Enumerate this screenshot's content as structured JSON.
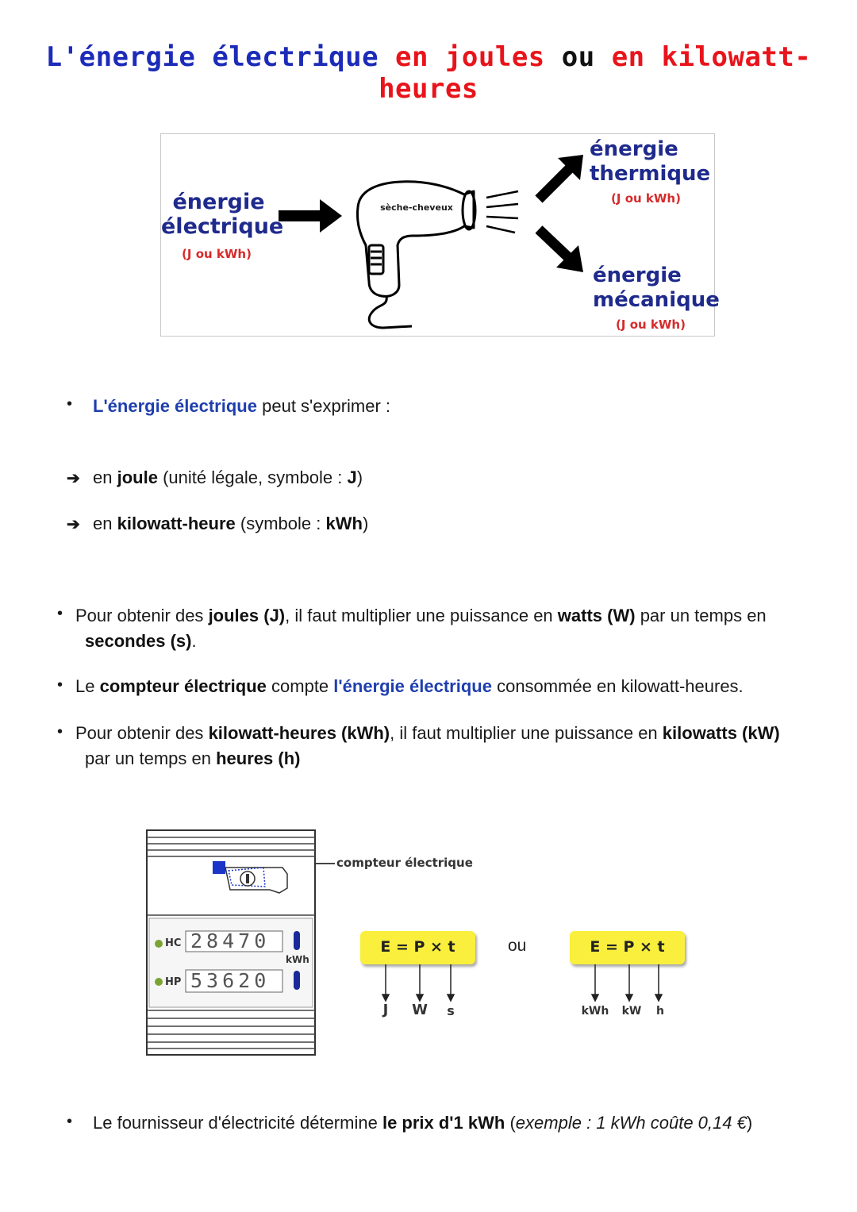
{
  "title": {
    "part1": "L'énergie électrique",
    "part2": "en joules",
    "part3": "ou",
    "part4": "en kilowatt-heures"
  },
  "diagram": {
    "input_label_line1": "énergie",
    "input_label_line2": "électrique",
    "input_unit": "(J ou kWh)",
    "device_label": "sèche-cheveux",
    "output1_line1": "énergie",
    "output1_line2": "thermique",
    "output1_unit": "(J ou kWh)",
    "output2_line1": "énergie",
    "output2_line2": "mécanique",
    "output2_unit": "(J ou kWh)"
  },
  "section1": {
    "bullet": "•",
    "intro_bold": "L'énergie électrique",
    "intro_rest": "peut s'exprimer :",
    "arrow": "➔",
    "item1_pre": "en",
    "item1_bold": "joule",
    "item1_mid": "(unité légale, symbole :",
    "item1_sym": "J",
    "item1_end": ")",
    "item2_pre": "en",
    "item2_bold": "kilowatt-heure",
    "item2_mid": "(symbole :",
    "item2_sym": "kWh",
    "item2_end": ")"
  },
  "section2": {
    "p1_a": "Pour obtenir des",
    "p1_b": "joules (J)",
    "p1_c": ", il faut multiplier une puissance en",
    "p1_d": "watts (W)",
    "p1_e": "par un temps en",
    "p1_f": "secondes (s)",
    "p1_g": ".",
    "p2_a": "Le",
    "p2_b": "compteur électrique",
    "p2_c": "compte",
    "p2_d": "l'énergie électrique",
    "p2_e": "consommée en kilowatt-heures.",
    "p3_a": "Pour obtenir des",
    "p3_b": "kilowatt-heures (kWh)",
    "p3_c": ", il faut multiplier une puissance en",
    "p3_d": "kilowatts (kW)",
    "p3_e": "par un temps en",
    "p3_f": "heures (h)"
  },
  "meter": {
    "caption": "compteur électrique",
    "hc_label": "HC",
    "hc_value": "28470",
    "hp_label": "HP",
    "hp_value": "53620",
    "unit": "kWh"
  },
  "formulas": {
    "f1": "E = P × t",
    "f1_units": [
      "J",
      "W",
      "s"
    ],
    "separator": "ou",
    "f2": "E = P × t",
    "f2_units": [
      "kWh",
      "kW",
      "h"
    ]
  },
  "footer": {
    "a": "Le fournisseur d'électricité détermine",
    "b": "le prix d'1 kWh",
    "c": "(",
    "d": "exemple : 1 kWh coûte 0,14 €",
    "e": ")"
  },
  "colors": {
    "title_red": "#e8141b",
    "title_blue": "#1c2bb8",
    "energy_blue": "#1f2a8c",
    "unit_red": "#d62a2a",
    "formula_yellow": "#f9ef3c"
  }
}
